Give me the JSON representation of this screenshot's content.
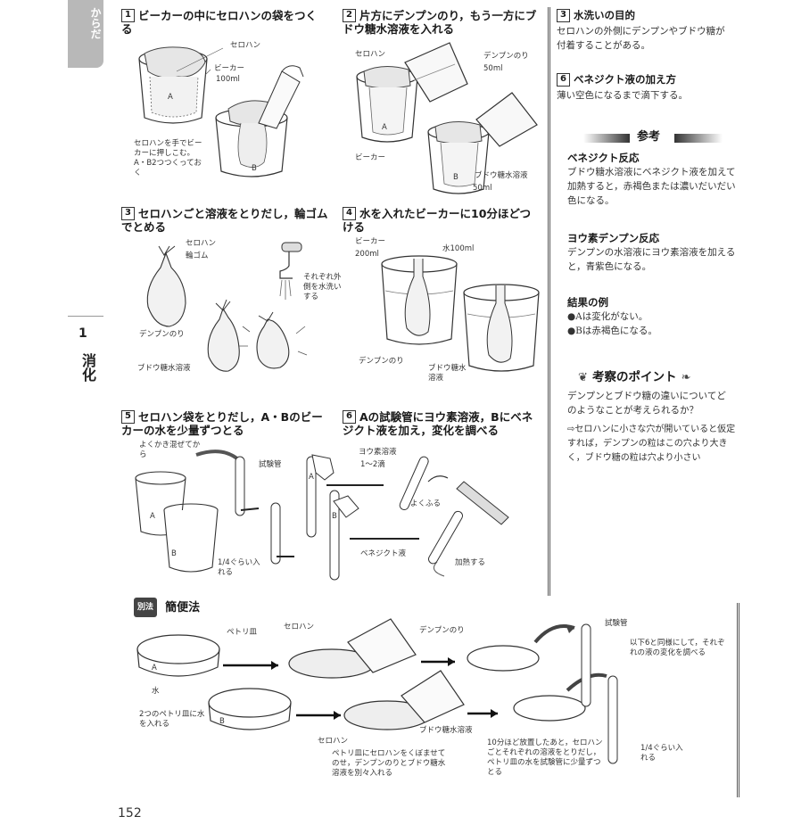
{
  "side_tab": {
    "label": "からだ"
  },
  "chapter": {
    "number": "1",
    "title": "消化"
  },
  "page_number": "152",
  "steps": [
    {
      "num": "1",
      "title": "ビーカーの中にセロハンの袋をつくる",
      "labels": {
        "cellophane": "セロハン",
        "beaker": "ビーカー",
        "volume": "100ml",
        "A": "A",
        "B": "B",
        "note": "セロハンを手でビーカーに押しこむ。A・B2つつくっておく"
      }
    },
    {
      "num": "2",
      "title": "片方にデンプンのり，もう一方にブドウ糖水溶液を入れる",
      "labels": {
        "cellophane": "セロハン",
        "starch": "デンプンのり",
        "starch_vol": "50ml",
        "beaker": "ビーカー",
        "glucose": "ブドウ糖水溶液",
        "glucose_vol": "50ml",
        "A": "A",
        "B": "B"
      }
    },
    {
      "num": "3",
      "title": "セロハンごと溶液をとりだし，輪ゴムでとめる",
      "labels": {
        "cellophane": "セロハン",
        "rubber": "輪ゴム",
        "starch": "デンプンのり",
        "glucose": "ブドウ糖水溶液",
        "wash": "それぞれ外側を水洗いする"
      }
    },
    {
      "num": "4",
      "title": "水を入れたビーカーに10分ほどつける",
      "labels": {
        "beaker": "ビーカー",
        "beaker_vol": "200ml",
        "water": "水100ml",
        "starch": "デンプンのり",
        "glucose": "ブドウ糖水溶液"
      }
    },
    {
      "num": "5",
      "title": "セロハン袋をとりだし，A・Bのビーカーの水を少量ずつとる",
      "labels": {
        "stir": "よくかき混ぜてから",
        "tube": "試験管",
        "quarter": "1/4ぐらい入れる",
        "A": "A",
        "B": "B"
      }
    },
    {
      "num": "6",
      "title": "Aの試験管にヨウ素溶液，Bにベネジクト液を加え，変化を調べる",
      "labels": {
        "iodine": "ヨウ素溶液",
        "iodine_amt": "1～2滴",
        "shake": "よくふる",
        "benedict": "ベネジクト液",
        "heat": "加熱する",
        "A": "A",
        "B": "B"
      }
    }
  ],
  "sidebar": {
    "notes": [
      {
        "num": "3",
        "title": "水洗いの目的",
        "body": "セロハンの外側にデンプンやブドウ糖が付着することがある。"
      },
      {
        "num": "6",
        "title": "ベネジクト液の加え方",
        "body": "薄い空色になるまで滴下する。"
      }
    ],
    "reference": {
      "header": "参考",
      "items": [
        {
          "title": "ベネジクト反応",
          "body": "ブドウ糖水溶液にベネジクト液を加えて加熱すると，赤褐色または濃いだいだい色になる。"
        },
        {
          "title": "ヨウ素デンプン反応",
          "body": "デンプンの水溶液にヨウ素溶液を加えると，青紫色になる。"
        },
        {
          "title": "結果の例",
          "lines": [
            "●Aは変化がない。",
            "●Bは赤褐色になる。"
          ]
        }
      ]
    },
    "consider": {
      "header": "考察のポイント",
      "question": "デンプンとブドウ糖の違いについてどのようなことが考えられるか？",
      "answer": "⇨セロハンに小さな穴が開いていると仮定すれば，デンプンの粒はこの穴より大きく，ブドウ糖の粒は穴より小さい"
    }
  },
  "alt_method": {
    "badge": "別法",
    "title": "簡便法",
    "labels": {
      "petri": "ペトリ皿",
      "cellophane": "セロハン",
      "starch": "デンプンのり",
      "tube": "試験管",
      "water": "水",
      "A": "A",
      "B": "B",
      "two_petri": "2つのペトリ皿に水を入れる",
      "cello2": "セロハン",
      "glucose": "ブドウ糖水溶液",
      "step_put": "ペトリ皿にセロハンをくぼませてのせ，デンプンのりとブドウ糖水溶液を別々入れる",
      "step_wait": "10分ほど放置したあと，セロハンごとそれぞれの溶液をとりだし，ペトリ皿の水を試験管に少量ずつとる",
      "step_same": "以下6と同様にして，それぞれの液の変化を調べる",
      "quarter": "1/4ぐらい入れる"
    }
  }
}
